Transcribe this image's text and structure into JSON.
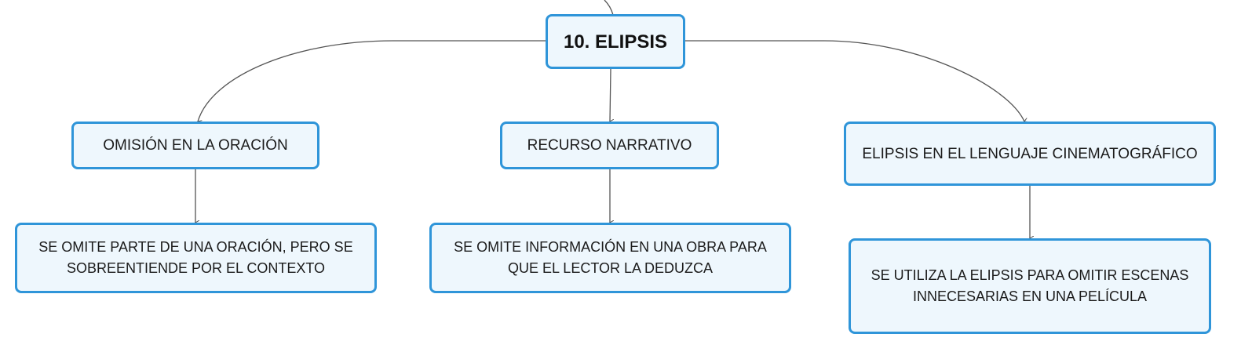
{
  "colors": {
    "node_border": "#2f95d9",
    "node_fill": "#eef7fd",
    "connector": "#555555"
  },
  "root": {
    "label": "10. ELIPSIS"
  },
  "branches": [
    {
      "label": "OMISIÓN EN LA ORACIÓN",
      "detail": "SE OMITE PARTE DE UNA ORACIÓN, PERO SE SOBREENTIENDE POR EL CONTEXTO"
    },
    {
      "label": "RECURSO NARRATIVO",
      "detail": "SE OMITE INFORMACIÓN EN UNA OBRA PARA QUE EL LECTOR LA DEDUZCA"
    },
    {
      "label": "ELIPSIS EN EL LENGUAJE CINEMATOGRÁFICO",
      "detail": "SE UTILIZA LA ELIPSIS PARA OMITIR ESCENAS INNECESARIAS EN UNA PELÍCULA"
    }
  ]
}
